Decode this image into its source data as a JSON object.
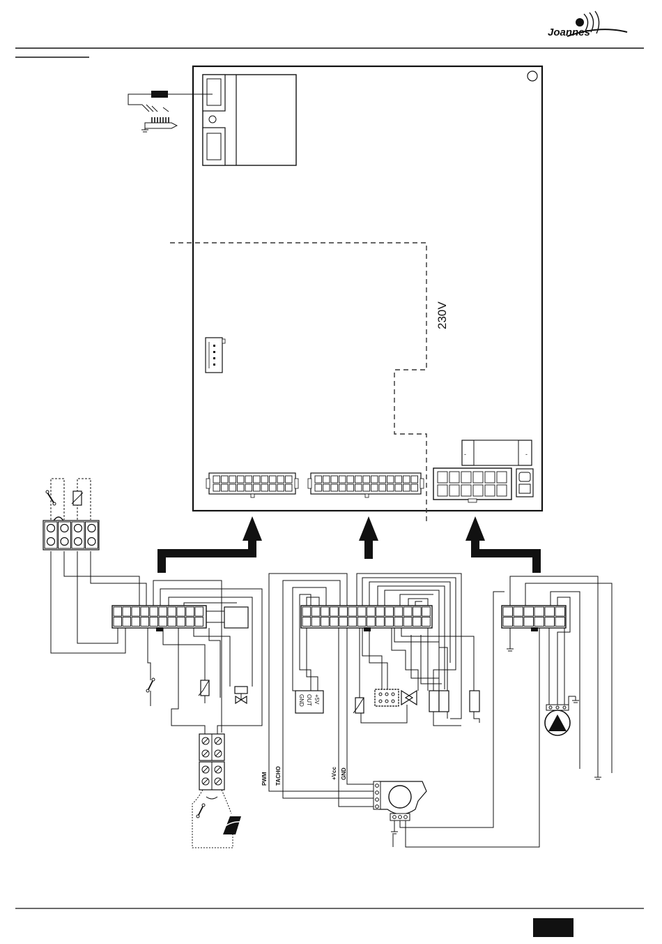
{
  "header": {
    "brand": "Joannes"
  },
  "board": {
    "voltage_label": "230V"
  },
  "labels": {
    "pwm": "PWM",
    "tacho": "TACHO",
    "vcc": "+Vcc",
    "gnd": "GND",
    "sensor_gnd": "GND",
    "sensor_out": "OUT",
    "sensor_5v": "+5V"
  },
  "colors": {
    "ink": "#111111",
    "paper": "#ffffff",
    "dash": "#333333"
  }
}
